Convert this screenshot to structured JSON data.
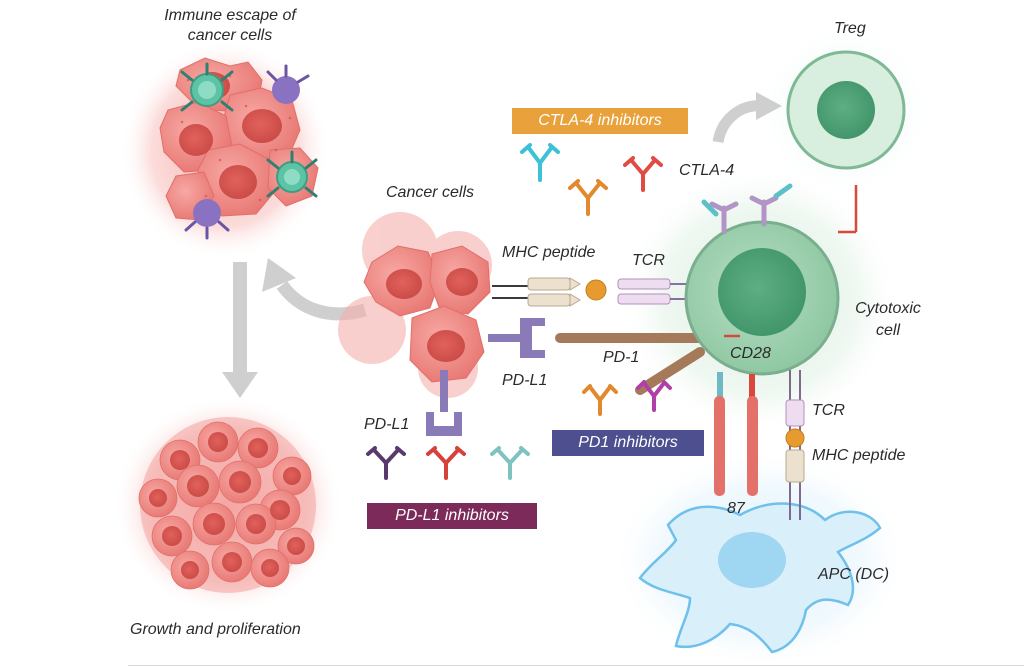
{
  "labels": {
    "immune_escape": "Immune escape of cancer cells",
    "immune_escape_line1": "Immune escape of",
    "immune_escape_line2": "cancer cells",
    "growth": "Growth and proliferation",
    "cancer_cells": "Cancer cells",
    "mhc_peptide_top": "MHC peptide",
    "tcr_top": "TCR",
    "pd1": "PD-1",
    "pdl1_right": "PD-L1",
    "pdl1_left": "PD-L1",
    "ctla4": "CTLA-4",
    "treg": "Treg",
    "cytotoxic_line1": "Cytotoxic",
    "cytotoxic_line2": "cell",
    "cd28": "CD28",
    "tcr_bottom": "TCR",
    "mhc_peptide_bottom": "MHC peptide",
    "b7": "87",
    "apc": "APC (DC)"
  },
  "boxes": {
    "ctla4_inhibitors": "CTLA-4 inhibitors",
    "pd1_inhibitors": "PD1 inhibitors",
    "pdl1_inhibitors": "PD-L1 inhibitors"
  },
  "colors": {
    "ctla4_box": "#e9a23b",
    "ctla4_text": "#ffffff",
    "pd1_box": "#4d4f8f",
    "pdl1_box": "#7c2a5a",
    "cancer_cell": "#f08a86",
    "t_cell": "#8fc9a4",
    "treg": "#b9ddc6",
    "apc": "#9fd6f2"
  }
}
